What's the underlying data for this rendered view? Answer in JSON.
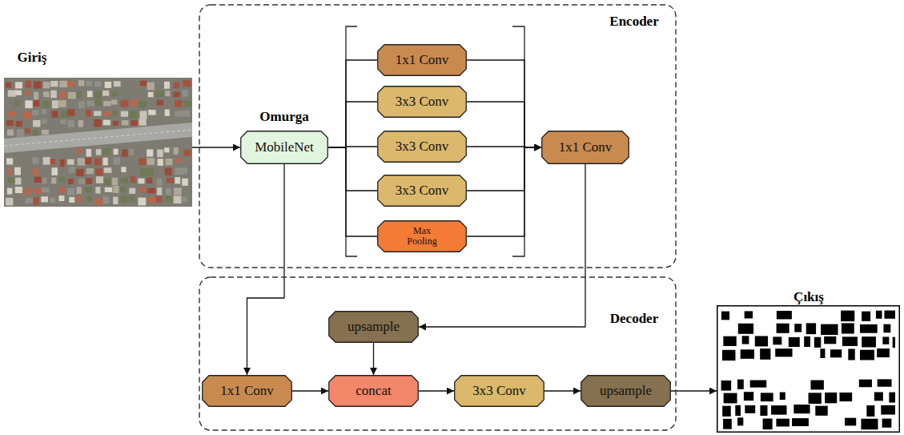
{
  "diagram": {
    "nodes": [
      {
        "text": [
          "Giriş"
        ]
      },
      {
        "text": [
          "Encoder"
        ]
      },
      {
        "text": [
          "Omurga",
          "MobileNet"
        ],
        "in": 1
      },
      {
        "text": [
          "1x1 Conv"
        ],
        "in": 1
      },
      {
        "text": [
          "3x3 Conv"
        ],
        "in": 1
      },
      {
        "text": [
          "3x3 Conv"
        ],
        "in": 1
      },
      {
        "text": [
          "3x3 Conv"
        ],
        "in": 1
      },
      {
        "text": [
          "Max Pooling"
        ],
        "in": 1
      },
      {
        "text": [
          "1x1 Conv"
        ],
        "in": 1
      },
      {
        "text": [
          "Decoder"
        ]
      },
      {
        "text": [
          "upsample"
        ],
        "in": 9
      },
      {
        "text": [
          "1x1 Conv"
        ],
        "in": 9
      },
      {
        "text": [
          "concat"
        ],
        "in": 9
      },
      {
        "text": [
          "3x3 Conv"
        ],
        "in": 9
      },
      {
        "text": [
          "upsample"
        ],
        "in": 9
      },
      {
        "text": [
          "Çıkış"
        ]
      }
    ],
    "edges": [
      {
        "from": 0,
        "to": 2,
        "arrow": "to"
      },
      {
        "from": 2,
        "to": 3,
        "arrow": "none"
      },
      {
        "from": 2,
        "to": 4,
        "arrow": "none"
      },
      {
        "from": 2,
        "to": 5,
        "arrow": "none"
      },
      {
        "from": 2,
        "to": 6,
        "arrow": "none"
      },
      {
        "from": 2,
        "to": 7,
        "arrow": "none"
      },
      {
        "from": 3,
        "to": 8,
        "arrow": "to"
      },
      {
        "from": 4,
        "to": 8,
        "arrow": "to"
      },
      {
        "from": 5,
        "to": 8,
        "arrow": "to"
      },
      {
        "from": 6,
        "to": 8,
        "arrow": "to"
      },
      {
        "from": 7,
        "to": 8,
        "arrow": "to"
      },
      {
        "from": 2,
        "to": 11,
        "arrow": "to"
      },
      {
        "from": 8,
        "to": 10,
        "arrow": "to"
      },
      {
        "from": 10,
        "to": 12,
        "arrow": "to"
      },
      {
        "from": 11,
        "to": 12,
        "arrow": "to"
      },
      {
        "from": 12,
        "to": 13,
        "arrow": "to"
      },
      {
        "from": 13,
        "to": 14,
        "arrow": "to"
      },
      {
        "from": 14,
        "to": 15,
        "arrow": "to"
      }
    ]
  }
}
